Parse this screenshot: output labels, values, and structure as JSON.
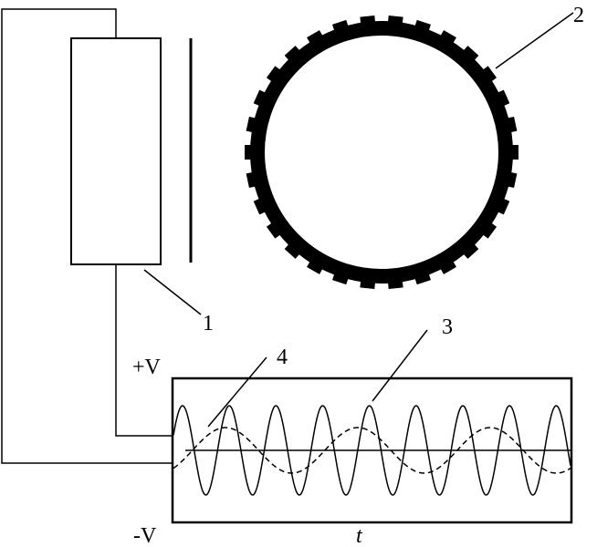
{
  "labels": {
    "sensor": "1",
    "reluctor_ring": "2",
    "sensor_signal": "3",
    "reference_wave": "4",
    "plus_v": "+V",
    "minus_v": "-V",
    "time_axis": "t"
  },
  "ring": {
    "tooth_count": 30
  },
  "signal": {
    "solid_cycles": 8.5,
    "dashed_cycles": 3
  },
  "colors": {
    "ink": "#000000",
    "background": "#ffffff"
  }
}
